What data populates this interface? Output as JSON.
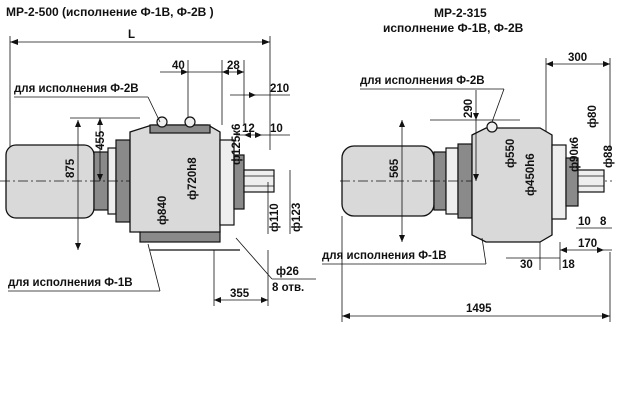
{
  "titles": {
    "left": "МР-2-500  (исполнение  Ф-1В, Ф-2В )",
    "right_model": "МР-2-315",
    "right_variant": "исполнение   Ф-1В,  Ф-2В"
  },
  "notes": {
    "left_f2v": "для исполнения Ф-2В",
    "left_f1v": "для  исполнения  Ф-1В",
    "right_f2v": "для исполнения  Ф-2В",
    "right_f1v": "для  исполнения  Ф-1В"
  },
  "left_dims": {
    "L": "L",
    "d40": "40",
    "d28": "28",
    "d210": "210",
    "d455": "455",
    "d875": "875",
    "d720": "ф720h8",
    "d125": "ф125к6",
    "d12": "12",
    "d10": "10",
    "d840": "ф840",
    "d110": "ф110",
    "d123": "ф123",
    "d26": "ф26",
    "holes": "8 отв.",
    "d355": "355"
  },
  "right_dims": {
    "d300": "300",
    "d290": "290",
    "d565": "565",
    "d550": "ф550",
    "d450": "ф450h6",
    "d90": "ф90к6",
    "d80": "ф80",
    "d88": "ф88",
    "d10": "10",
    "d8": "8",
    "d170": "170",
    "d30": "30",
    "d18": "18",
    "d1495": "1495"
  }
}
